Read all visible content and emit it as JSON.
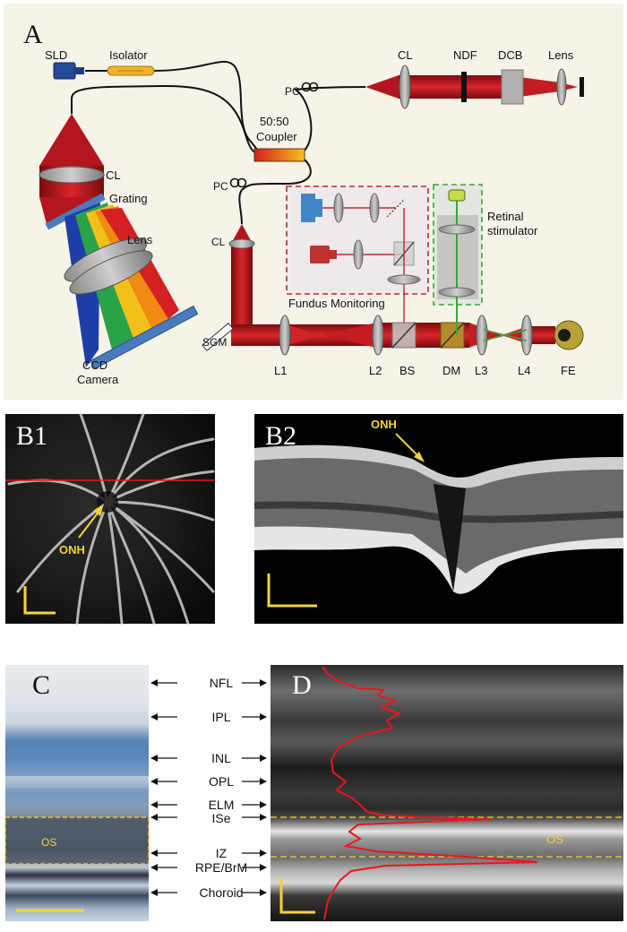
{
  "panel_a": {
    "letter": "A",
    "labels": {
      "sld": "SLD",
      "isolator": "Isolator",
      "cl_top": "CL",
      "ndf": "NDF",
      "dcb": "DCB",
      "lens_top": "Lens",
      "pc_top": "PC",
      "coupler_ratio": "50:50",
      "coupler": "Coupler",
      "cl_spectrometer": "CL",
      "grating": "Grating",
      "lens_spectrometer": "Lens",
      "pc_mid": "PC",
      "cl_sample": "CL",
      "retinal_line1": "Retinal",
      "retinal_line2": "stimulator",
      "fundus": "Fundus Monitoring",
      "ccd": "CCD",
      "camera": "Camera",
      "sgm": "SGM",
      "l1": "L1",
      "l2": "L2",
      "bs": "BS",
      "dm": "DM",
      "l3": "L3",
      "l4": "L4",
      "fe": "FE"
    }
  },
  "panel_b1": {
    "letter": "B1",
    "onh": "ONH"
  },
  "panel_b2": {
    "letter": "B2",
    "onh": "ONH"
  },
  "panel_c": {
    "letter": "C",
    "os": "OS"
  },
  "panel_d": {
    "letter": "D",
    "os": "OS"
  },
  "layers": [
    {
      "name": "NFL"
    },
    {
      "name": "IPL"
    },
    {
      "name": "INL"
    },
    {
      "name": "OPL"
    },
    {
      "name": "ELM"
    },
    {
      "name": "ISe"
    },
    {
      "name": "IZ"
    },
    {
      "name": "RPE/BrM"
    },
    {
      "name": "Choroid"
    }
  ],
  "colors": {
    "panel_a_bg": "#f6f4e9",
    "beam_red": "#b3161c",
    "fiber": "#111111",
    "label_yellow": "#f5d33a",
    "profile_red": "#e8161c",
    "fundus_box": "#c0262b",
    "stimulator_box": "#3aa53a"
  }
}
